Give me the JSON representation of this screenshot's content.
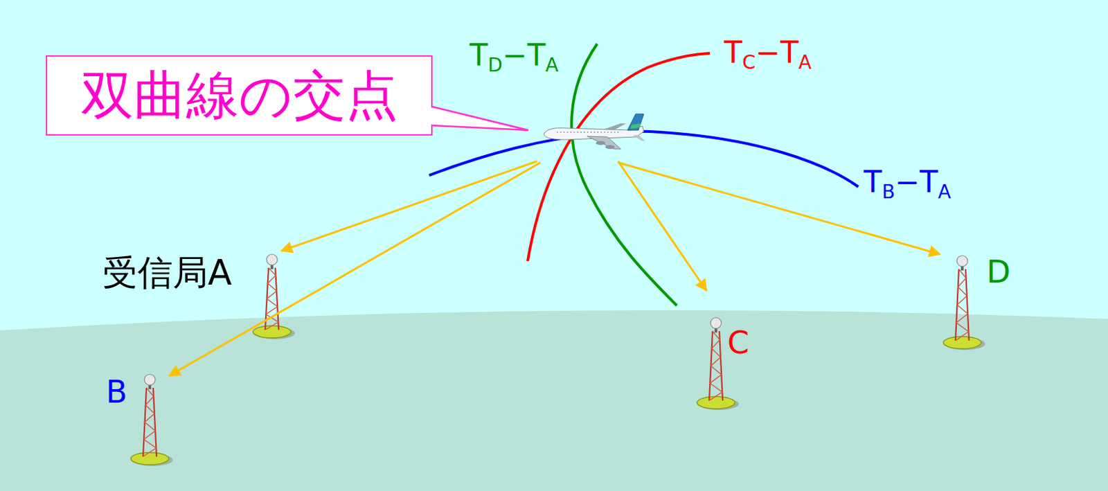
{
  "diagram": {
    "nodes": [
      {
        "text": [
          "双曲線の交点"
        ]
      }
    ],
    "labels": [
      "TD−TA",
      "TC−TA",
      "TB−TA",
      "受信局A",
      "B",
      "C",
      "D"
    ]
  }
}
